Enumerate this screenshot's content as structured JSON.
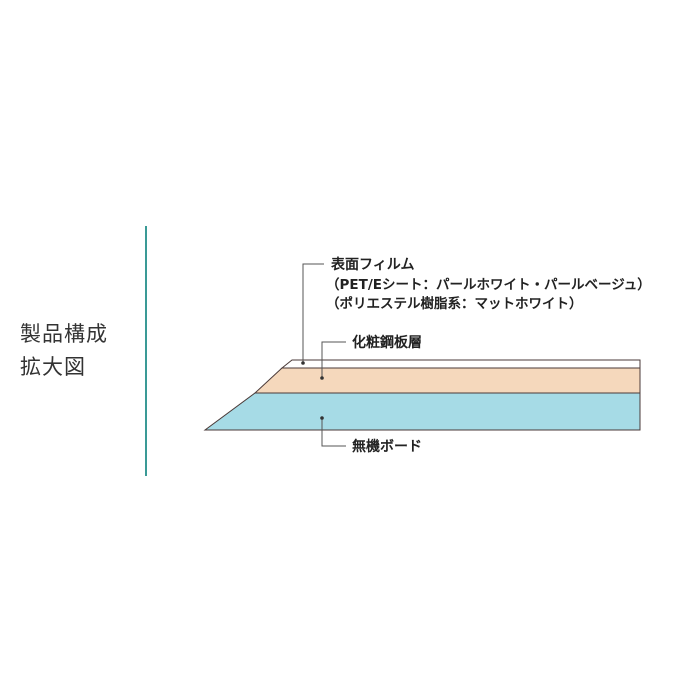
{
  "side_title": {
    "line1": "製品構成",
    "line2": "拡大図"
  },
  "layers": [
    {
      "id": "surface-film",
      "color": "#ffffff"
    },
    {
      "id": "decorative-steel",
      "color": "#f5d8bc"
    },
    {
      "id": "non-combustible-board",
      "color": "#a6dbe6"
    }
  ],
  "labels": {
    "surface_film": {
      "title": "表面フィルム",
      "line2": "（PET/Eシート：パールホワイト・パールベージュ）",
      "line3": "（ポリエステル樹脂系：マットホワイト）"
    },
    "decorative_steel": "化粧鋼板層",
    "board": "無機ボード"
  },
  "colors": {
    "divider": "#3a9a96",
    "outline": "#4a3a38",
    "leader": "#555555"
  }
}
